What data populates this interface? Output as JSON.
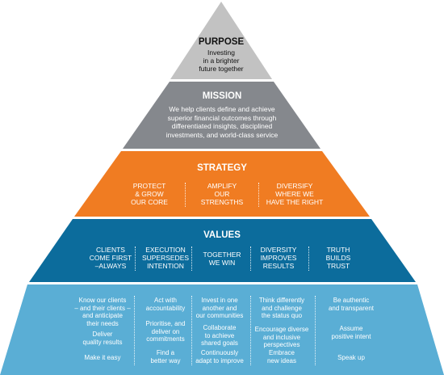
{
  "colors": {
    "purpose": "#c2c2c2",
    "mission": "#85888d",
    "strategy": "#f07c22",
    "values": "#0c6c9c",
    "behaviours": "#5aaed5"
  },
  "purpose": {
    "title": "PURPOSE",
    "text": "Investing\nin a brighter\nfuture together"
  },
  "mission": {
    "title": "MISSION",
    "text": "We help clients define and achieve\nsuperior financial outcomes through\ndifferentiated insights, disciplined\ninvestments, and world-class service"
  },
  "strategy": {
    "title": "STRATEGY",
    "items": [
      "PROTECT\n& GROW\nOUR CORE",
      "AMPLIFY\nOUR\nSTRENGTHS",
      "DIVERSIFY\nWHERE WE\nHAVE THE RIGHT"
    ]
  },
  "values": {
    "title": "VALUES",
    "items": [
      "CLIENTS\nCOME FIRST\n–ALWAYS",
      "EXECUTION\nSUPERSEDES\nINTENTION",
      "TOGETHER\nWE WIN",
      "DIVERSITY\nIMPROVES\nRESULTS",
      "TRUTH\nBUILDS\nTRUST"
    ]
  },
  "behaviours": [
    [
      "Know our clients\n– and their clients –\nand anticipate\ntheir needs",
      "Deliver\nquality results",
      "Make it easy"
    ],
    [
      "Act with\naccountability",
      "Prioritise, and\ndeliver on\ncommitments",
      "Find a\nbetter way"
    ],
    [
      "Invest in one\nanother and\nour communities",
      "Collaborate\nto achieve\nshared goals",
      "Continuously\nadapt to improve"
    ],
    [
      "Think differently\nand challenge\nthe status quo",
      "Encourage diverse\nand inclusive\nperspectives",
      "Embrace\nnew ideas"
    ],
    [
      "Be authentic\nand transparent",
      "Assume\npositive intent",
      "Speak up"
    ]
  ]
}
